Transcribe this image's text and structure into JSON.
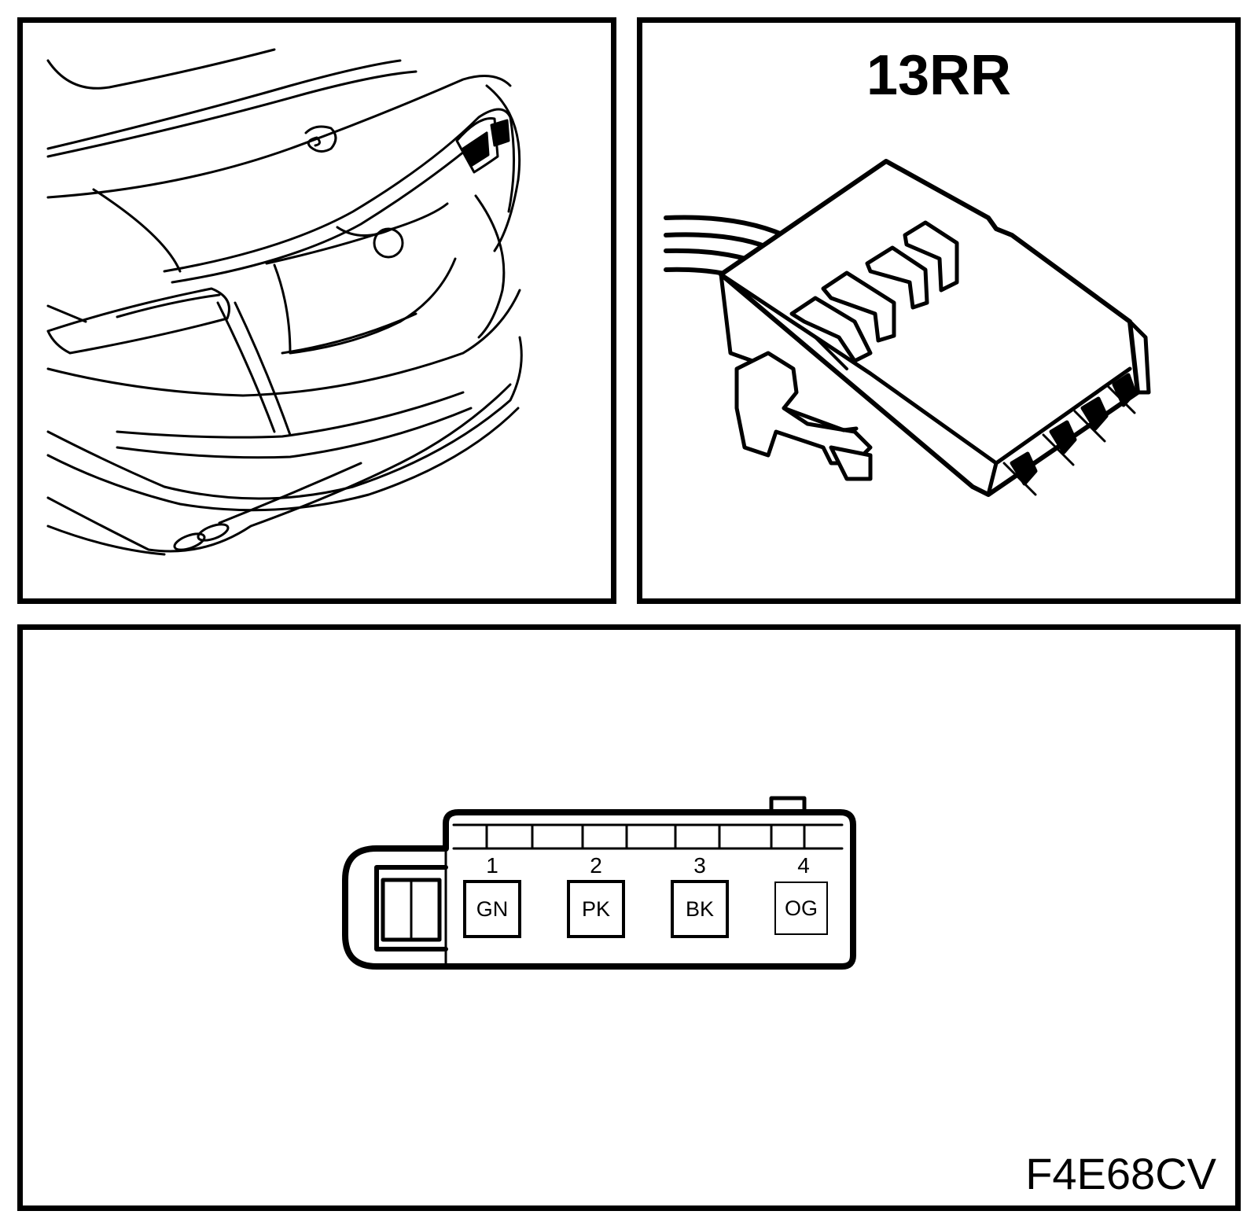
{
  "connector": {
    "name": "13RR",
    "pins": [
      {
        "number": "1",
        "color": "GN"
      },
      {
        "number": "2",
        "color": "PK"
      },
      {
        "number": "3",
        "color": "BK"
      },
      {
        "number": "4",
        "color": "OG"
      }
    ]
  },
  "figure_code": "F4E68CV",
  "colors": {
    "line": "#000000",
    "background": "#ffffff"
  }
}
